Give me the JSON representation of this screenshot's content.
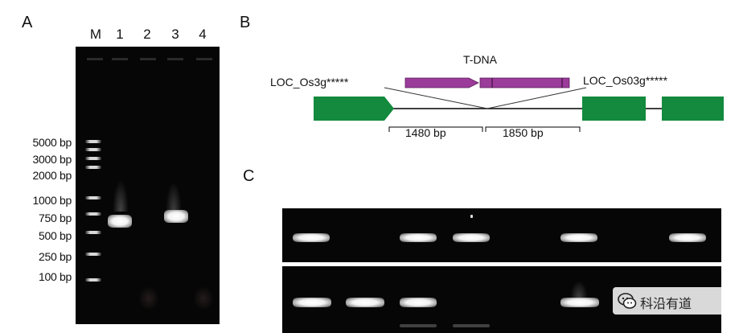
{
  "panel_a": {
    "letter": "A",
    "lanes": [
      "M",
      "1",
      "2",
      "3",
      "4"
    ],
    "ladder": [
      "5000 bp",
      "3000 bp",
      "2000 bp",
      "1000 bp",
      "750 bp",
      "500 bp",
      "250 bp",
      "100 bp"
    ]
  },
  "panel_b": {
    "letter": "B",
    "tdna_label": "T-DNA",
    "left_gene": "LOC_Os3g*****",
    "right_gene": "LOC_Os03g*****",
    "left_size": "1480 bp",
    "right_size": "1850 bp",
    "colors": {
      "exon": "#138a3d",
      "tdna": "#9b3b9a"
    }
  },
  "panel_c": {
    "letter": "C"
  },
  "watermark": {
    "icon": "wechat-icon",
    "text": "科沿有道"
  }
}
